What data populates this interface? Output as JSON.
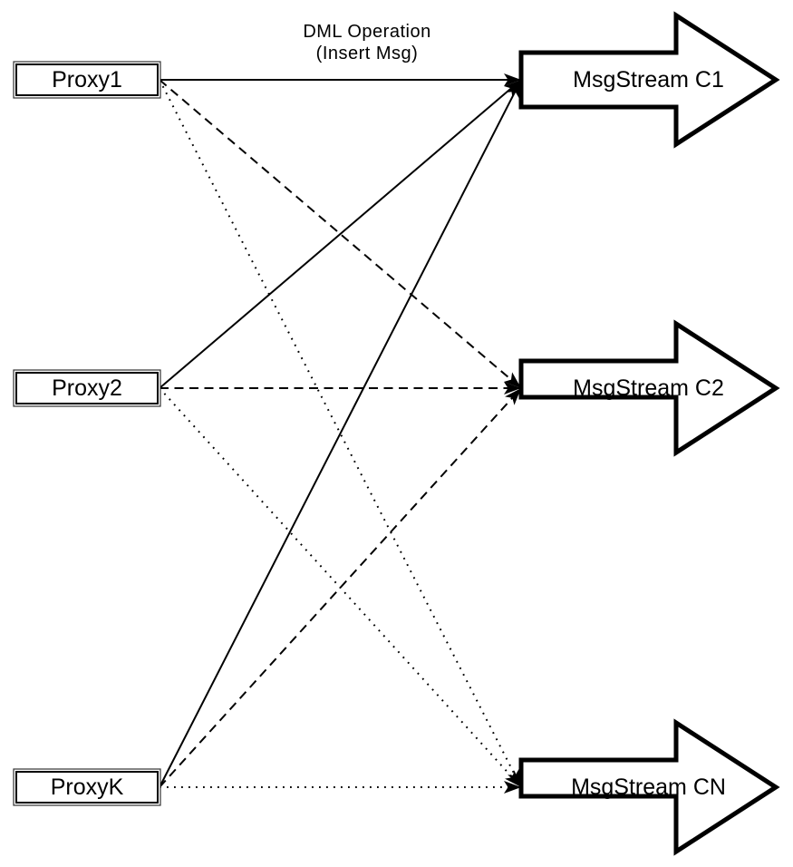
{
  "diagram": {
    "title": {
      "line1": "DML Operation",
      "line2": "(Insert Msg)"
    },
    "nodes": {
      "proxy1": "Proxy1",
      "proxy2": "Proxy2",
      "proxyk": "ProxyK",
      "stream_c1": "MsgStream C1",
      "stream_c2": "MsgStream C2",
      "stream_cn": "MsgStream CN"
    },
    "edges": [
      {
        "from": "Proxy1",
        "to": "MsgStream C1",
        "style": "solid"
      },
      {
        "from": "Proxy1",
        "to": "MsgStream C2",
        "style": "dashed"
      },
      {
        "from": "Proxy1",
        "to": "MsgStream CN",
        "style": "dotted"
      },
      {
        "from": "Proxy2",
        "to": "MsgStream C1",
        "style": "solid"
      },
      {
        "from": "Proxy2",
        "to": "MsgStream C2",
        "style": "dashed"
      },
      {
        "from": "Proxy2",
        "to": "MsgStream CN",
        "style": "dotted"
      },
      {
        "from": "ProxyK",
        "to": "MsgStream C1",
        "style": "solid"
      },
      {
        "from": "ProxyK",
        "to": "MsgStream C2",
        "style": "dashed"
      },
      {
        "from": "ProxyK",
        "to": "MsgStream CN",
        "style": "dotted"
      }
    ],
    "colors": {
      "stroke": "#000000",
      "fill": "#ffffff"
    }
  }
}
